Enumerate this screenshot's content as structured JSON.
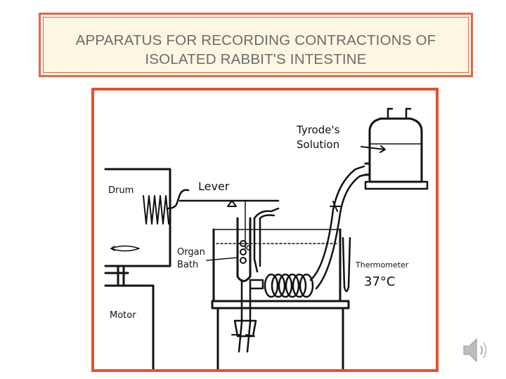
{
  "title": {
    "line1": "APPARATUS FOR RECORDING CONTRACTIONS OF",
    "line2": "ISOLATED RABBIT'S INTESTINE"
  },
  "diagram": {
    "labels": {
      "drum": "Drum",
      "lever": "Lever",
      "organ_line1": "Organ",
      "organ_line2": "Bath",
      "tyrode_line1": "Tyrode's",
      "tyrode_line2": "Solution",
      "thermometer": "Thermometer",
      "temperature": "37°C",
      "motor": "Motor"
    }
  },
  "icons": {
    "audio": "speaker-icon"
  },
  "colors": {
    "frame_border": "#e8502f",
    "title_border": "#e0674a",
    "title_fill": "#fdf6e3",
    "title_text": "#6b6b6b"
  }
}
